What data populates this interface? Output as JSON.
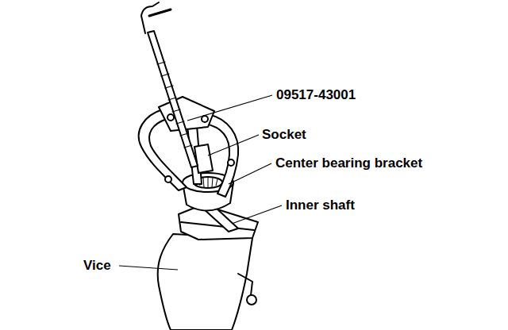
{
  "diagram": {
    "labels": [
      "09517-43001",
      "Socket",
      "Center bearing bracket",
      "Inner shaft",
      "Vice"
    ]
  }
}
